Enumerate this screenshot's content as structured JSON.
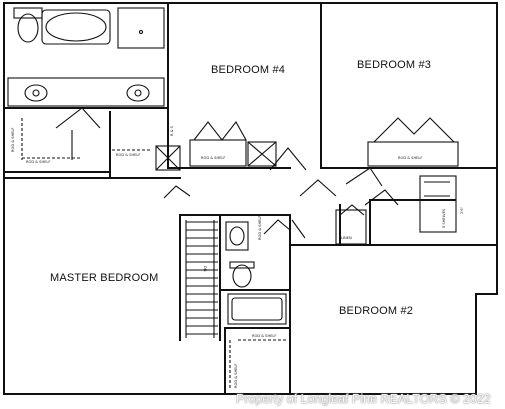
{
  "rooms": {
    "bedroom4": "BEDROOM #4",
    "bedroom3": "BEDROOM #3",
    "master": "MASTER BEDROOM",
    "bedroom2": "BEDROOM #2"
  },
  "shelf_labels": {
    "rod_shelf_lower": "ROD & SHELF",
    "rod_shelf_upper": "ROD & SHELF",
    "rod_shelf_right": "ROD & SHELF",
    "rod_shelf_center": "ROD & SHELF",
    "rod_shelf_bed3": "ROD & SHELF",
    "rod_shelf_vert_left": "ROD & SHELF",
    "rod_shelf_hall": "ROD & SHELF",
    "rod_shelf_b2_top": "ROD & SHELF",
    "rod_shelf_b2_side": "ROD & SHELF",
    "linen": "LINEN",
    "shelves": "5 SHELVES",
    "rs": "R & S"
  },
  "stair_label": "DN",
  "dimension_label": "2'6\"",
  "watermark": "Property of Longleaf Pine REALTORS © 2022",
  "colors": {
    "line": "#111111",
    "paper": "#ffffff"
  }
}
